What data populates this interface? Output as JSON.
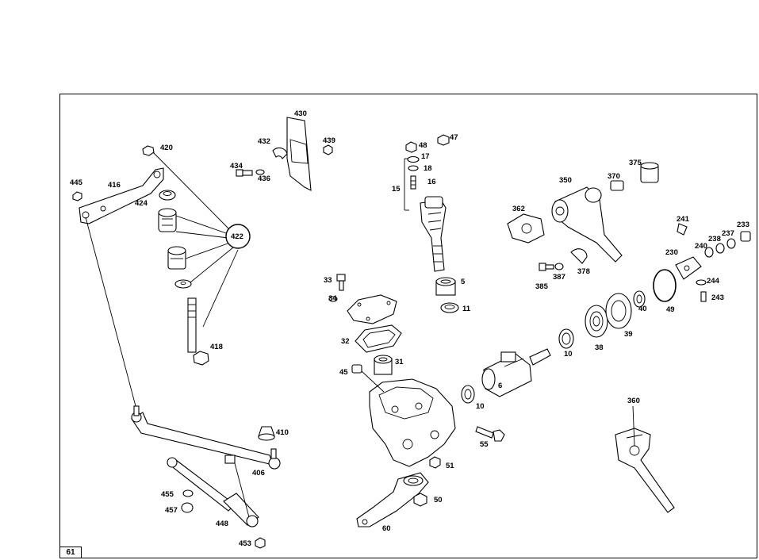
{
  "page_number": "61",
  "part_labels": [
    "420",
    "445",
    "416",
    "424",
    "422",
    "418",
    "430",
    "432",
    "439",
    "434",
    "436",
    "48",
    "47",
    "17",
    "18",
    "15",
    "16",
    "5",
    "11",
    "350",
    "375",
    "370",
    "362",
    "241",
    "233",
    "237",
    "238",
    "240",
    "230",
    "244",
    "243",
    "385",
    "387",
    "378",
    "33",
    "34",
    "32",
    "31",
    "45",
    "10",
    "38",
    "39",
    "40",
    "49",
    "6",
    "55",
    "51",
    "50",
    "60",
    "360",
    "410",
    "406",
    "455",
    "457",
    "448",
    "453"
  ]
}
